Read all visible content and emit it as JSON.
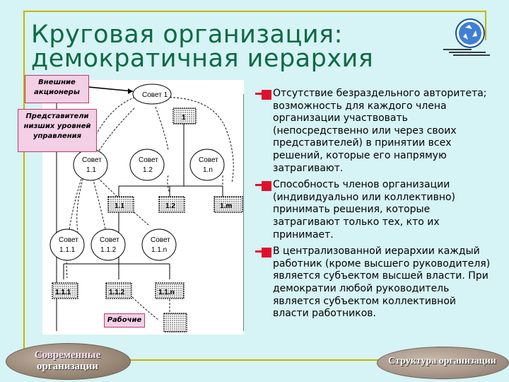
{
  "slide": {
    "title_line1": "Круговая организация:",
    "title_line2": "демократичная иерархия",
    "logo_icon": "recycle-globe-icon"
  },
  "diagram": {
    "callout_external": "Внешние акционеры",
    "callout_representatives": "Представители низших уровней управления",
    "callout_workers": "Рабочие",
    "board_top": "Совет 1",
    "board_1_1": [
      "Совет",
      "1.1"
    ],
    "board_1_2": [
      "Совет",
      "1.2"
    ],
    "board_1_n": [
      "Совет",
      "1.n"
    ],
    "board_1_1_1": [
      "Совет",
      "1.1.1"
    ],
    "board_1_1_2": [
      "Совет",
      "1.1.2"
    ],
    "board_1_1_n": [
      "Совет",
      "1.1.n"
    ],
    "box_top": "1",
    "box_1_1": "1.1",
    "box_1_2": "1.2",
    "box_1_n": "1.m",
    "box_1_1_1": "1.1.1",
    "box_1_1_2": "1.1.2",
    "box_1_1_n": "1.1.n"
  },
  "bullets": [
    "Отсутствие безраздельного авторитета; возможность для каждого члена организации участвовать (непосредственно или через своих представителей) в принятии всех решений, которые его напрямую затрагивают.",
    "Способность членов организации (индивидуально или коллективно) принимать решения, которые затрагивают только тех, кто их принимает.",
    "В централизованной иерархии каждый работник (кроме высшего руководителя) является субъектом высшей власти. При демократии любой руководитель является субъектом коллективной власти работников."
  ],
  "nav": {
    "left_line1": "Современные",
    "left_line2": "организации",
    "right": "Структура организации"
  },
  "colors": {
    "background": "#d6f3f6",
    "title": "#0e6a42",
    "frame": "#c8b400",
    "bullet_marker": "#e0102c",
    "callout_fill": "#f3d0e6",
    "callout_border": "#c0396b"
  }
}
